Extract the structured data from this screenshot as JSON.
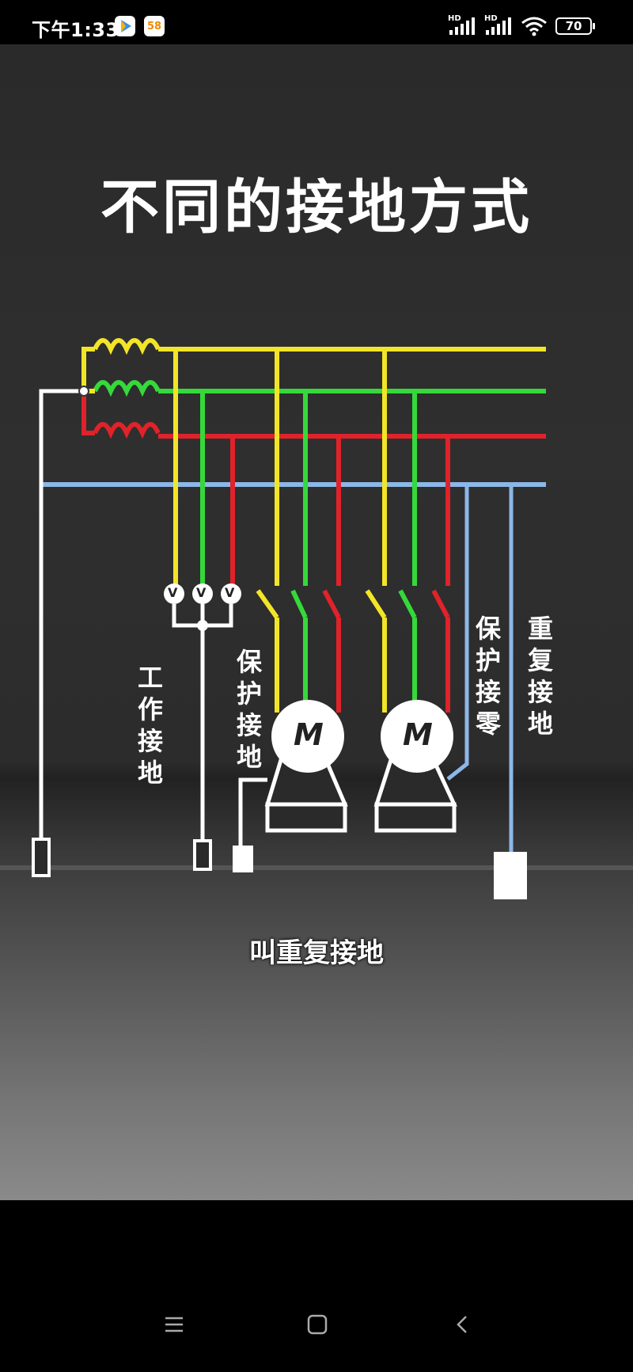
{
  "status_bar": {
    "time": "下午1:33",
    "battery": "70",
    "signal1_label": "HD",
    "signal2_label": "HD",
    "app_badge": "58"
  },
  "video": {
    "title": "不同的接地方式",
    "subtitle": "叫重复接地",
    "labels": {
      "working_ground": "工作接地",
      "protective_ground": "保护接地",
      "protective_neutral": "保护接零",
      "repeat_ground": "重复接地"
    },
    "motor_symbol": "M",
    "voltmeter_symbol": "V",
    "colors": {
      "phase_yellow": "#f2e529",
      "phase_green": "#35d93a",
      "phase_red": "#e0222a",
      "neutral_blue": "#8cb8e8",
      "ground_white": "#ffffff"
    }
  },
  "nav": {
    "menu_icon": "menu-icon",
    "home_icon": "square-icon",
    "back_icon": "back-chevron-icon"
  }
}
